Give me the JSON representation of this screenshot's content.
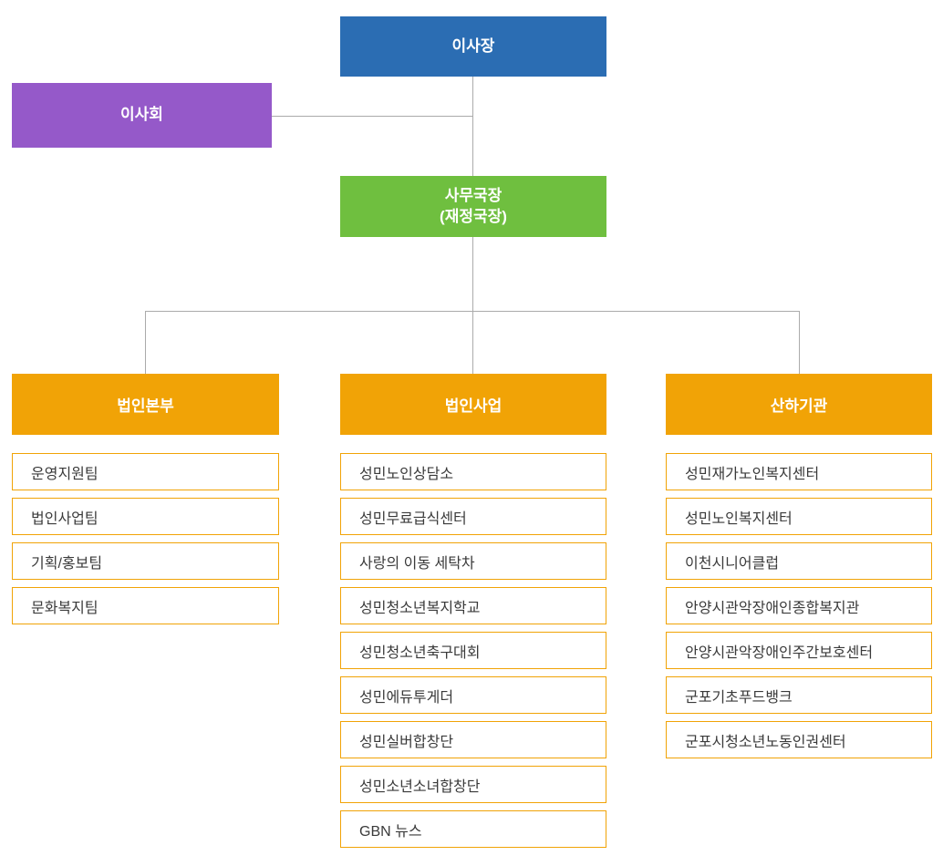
{
  "org_chart": {
    "chairman": {
      "label": "이사장"
    },
    "board": {
      "label": "이사회"
    },
    "secretary": {
      "line1": "사무국장",
      "line2": "(재정국장)"
    },
    "columns": [
      {
        "header": "법인본부",
        "items": [
          "운영지원팀",
          "법인사업팀",
          "기획/홍보팀",
          "문화복지팀"
        ]
      },
      {
        "header": "법인사업",
        "items": [
          "성민노인상담소",
          "성민무료급식센터",
          "사랑의 이동 세탁차",
          "성민청소년복지학교",
          "성민청소년축구대회",
          "성민에듀투게더",
          "성민실버합창단",
          "성민소년소녀합창단",
          "GBN 뉴스"
        ]
      },
      {
        "header": "산하기관",
        "items": [
          "성민재가노인복지센터",
          "성민노인복지센터",
          "이천시니어클럽",
          "안양시관악장애인종합복지관",
          "안양시관악장애인주간보호센터",
          "군포기초푸드뱅크",
          "군포시청소년노동인권센터"
        ]
      }
    ],
    "colors": {
      "chairman_bg": "#2b6db3",
      "board_bg": "#9559c9",
      "secretary_bg": "#6fbf3f",
      "header_bg": "#f1a306",
      "item_border": "#f1a306",
      "item_text": "#3a3a3a",
      "connector": "#ababab"
    }
  }
}
